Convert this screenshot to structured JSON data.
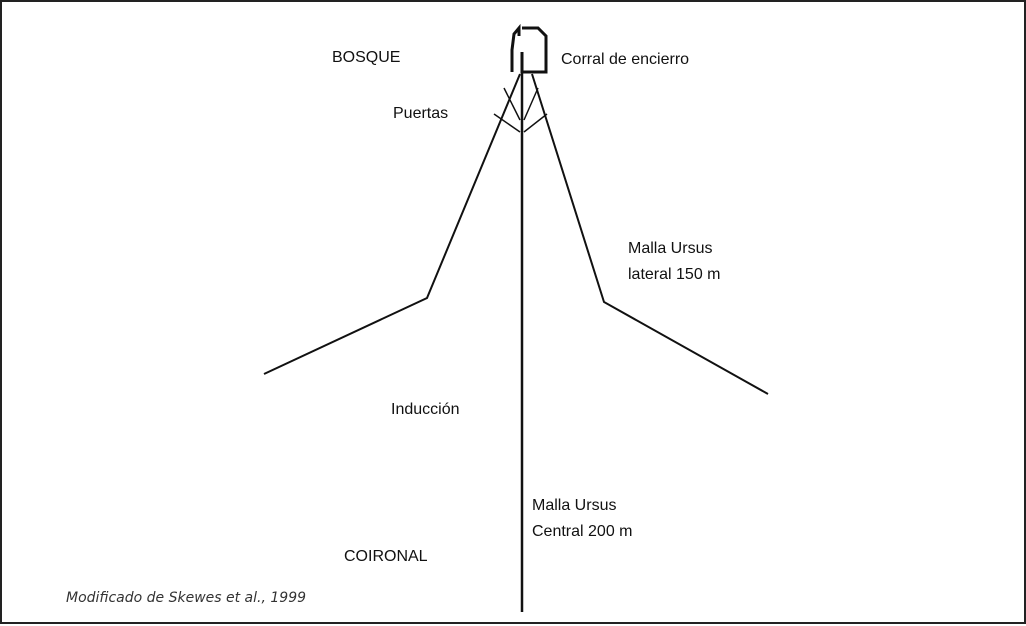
{
  "diagram": {
    "labels": {
      "bosque": "BOSQUE",
      "corral": "Corral de encierro",
      "puertas": "Puertas",
      "lateral_line1": "Malla Ursus",
      "lateral_line2": "lateral 150 m",
      "induccion": "Inducción",
      "central_line1": "Malla Ursus",
      "central_line2": "Central 200 m",
      "coironal": "COIRONAL"
    },
    "caption": "Modificado de Skewes et al., 1999"
  },
  "colors": {
    "line": "#111111",
    "border": "#222222",
    "background": "#ffffff"
  }
}
